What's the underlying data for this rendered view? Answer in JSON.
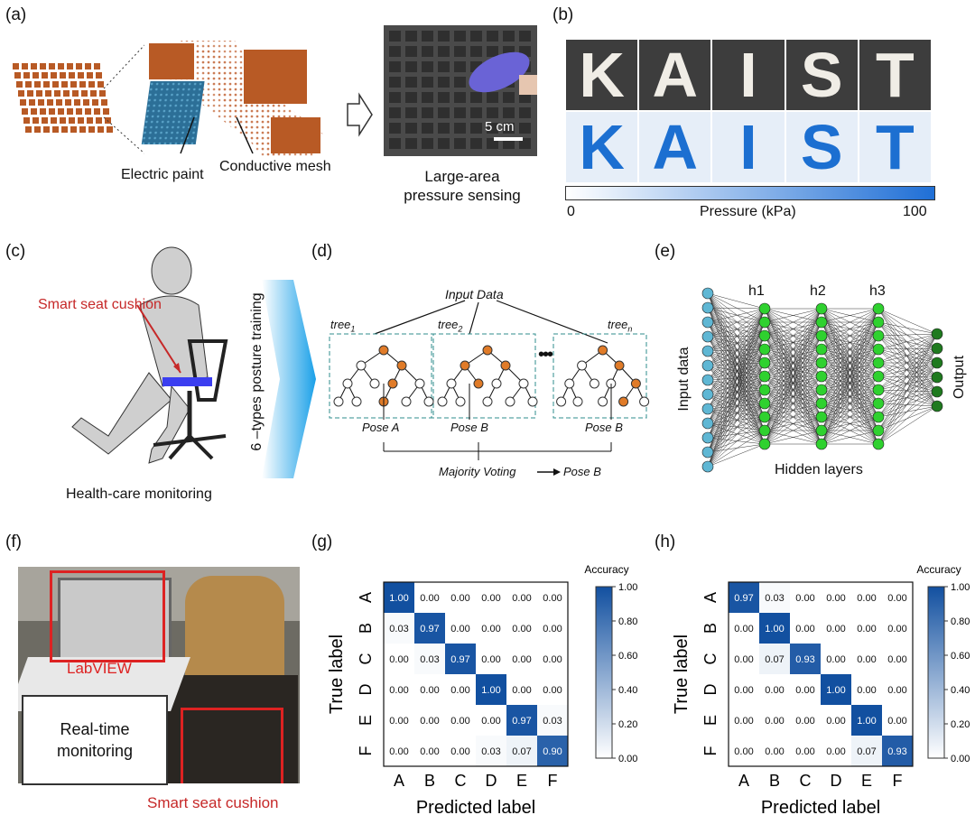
{
  "panel_a": {
    "tag": "(a)",
    "labels": [
      "Electric paint",
      "Conductive mesh"
    ],
    "caption": [
      "Large-area",
      "pressure sensing"
    ],
    "scalebar": "5 cm"
  },
  "panel_b": {
    "tag": "(b)",
    "letters": [
      "K",
      "A",
      "I",
      "S",
      "T"
    ],
    "colorbar_title": "Pressure (kPa)",
    "colorbar_min": "0",
    "colorbar_max": "100"
  },
  "panel_c": {
    "tag": "(c)",
    "cushion_label": "Smart seat cushion",
    "caption": "Health-care monitoring",
    "arrow_text": "6 –types posture training"
  },
  "panel_d": {
    "tag": "(d)",
    "input": "Input Data",
    "trees": [
      "tree",
      "tree",
      "tree"
    ],
    "tree_subs": [
      "1",
      "2",
      "n"
    ],
    "poses": [
      "Pose A",
      "Pose B",
      "Pose B"
    ],
    "ellipsis": "•••",
    "voting": "Majority Voting",
    "result": "Pose B"
  },
  "panel_e": {
    "tag": "(e)",
    "hidden": [
      "h1",
      "h2",
      "h3"
    ],
    "input_label": "Input data",
    "output_label": "Output",
    "hidden_label": "Hidden layers"
  },
  "panel_f": {
    "tag": "(f)",
    "labview": "LabVIEW",
    "realtime": [
      "Real-time",
      "monitoring"
    ],
    "cushion": "Smart seat cushion"
  },
  "panel_g": {
    "tag": "(g)"
  },
  "panel_h": {
    "tag": "(h)"
  },
  "chart_data": [
    {
      "type": "heatmap",
      "categories": [
        "A",
        "B",
        "C",
        "D",
        "E",
        "F"
      ],
      "xlabel": "Predicted label",
      "ylabel": "True label",
      "colorbar_title": "Accuracy",
      "colorbar_ticks": [
        "1.00",
        "0.80",
        "0.60",
        "0.40",
        "0.20",
        "0.00"
      ],
      "values": [
        [
          1.0,
          0.0,
          0.0,
          0.0,
          0.0,
          0.0
        ],
        [
          0.03,
          0.97,
          0.0,
          0.0,
          0.0,
          0.0
        ],
        [
          0.0,
          0.03,
          0.97,
          0.0,
          0.0,
          0.0
        ],
        [
          0.0,
          0.0,
          0.0,
          1.0,
          0.0,
          0.0
        ],
        [
          0.0,
          0.0,
          0.0,
          0.0,
          0.97,
          0.03
        ],
        [
          0.0,
          0.0,
          0.0,
          0.03,
          0.07,
          0.9
        ]
      ]
    },
    {
      "type": "heatmap",
      "categories": [
        "A",
        "B",
        "C",
        "D",
        "E",
        "F"
      ],
      "xlabel": "Predicted label",
      "ylabel": "True label",
      "colorbar_title": "Accuracy",
      "colorbar_ticks": [
        "1.00",
        "0.80",
        "0.60",
        "0.40",
        "0.20",
        "0.00"
      ],
      "values": [
        [
          0.97,
          0.03,
          0.0,
          0.0,
          0.0,
          0.0
        ],
        [
          0.0,
          1.0,
          0.0,
          0.0,
          0.0,
          0.0
        ],
        [
          0.0,
          0.07,
          0.93,
          0.0,
          0.0,
          0.0
        ],
        [
          0.0,
          0.0,
          0.0,
          1.0,
          0.0,
          0.0
        ],
        [
          0.0,
          0.0,
          0.0,
          0.0,
          1.0,
          0.0
        ],
        [
          0.0,
          0.0,
          0.0,
          0.0,
          0.07,
          0.93
        ]
      ]
    }
  ]
}
